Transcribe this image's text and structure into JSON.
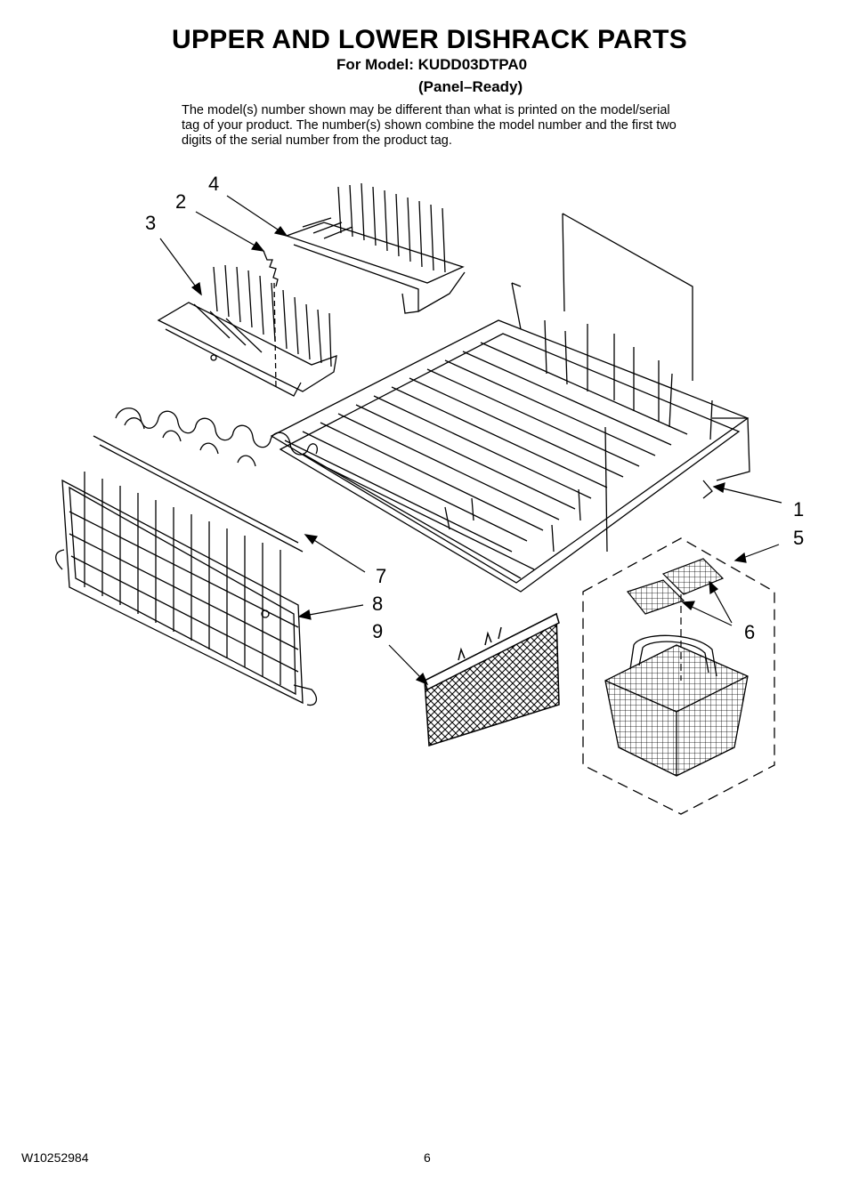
{
  "header": {
    "title": "UPPER AND LOWER DISHRACK PARTS",
    "model_line": "For Model: KUDD03DTPA0",
    "variant": "(Panel–Ready)",
    "disclaimer": "The model(s) number shown may be different than what is printed on the model/serial tag of your product. The number(s) shown combine the model number and the first two digits of the serial number from the product tag."
  },
  "callouts": {
    "c1": "1",
    "c2": "2",
    "c3": "3",
    "c4": "4",
    "c5": "5",
    "c6": "6",
    "c7": "7",
    "c8": "8",
    "c9": "9"
  },
  "footer": {
    "doc_number": "W10252984",
    "page": "6"
  }
}
